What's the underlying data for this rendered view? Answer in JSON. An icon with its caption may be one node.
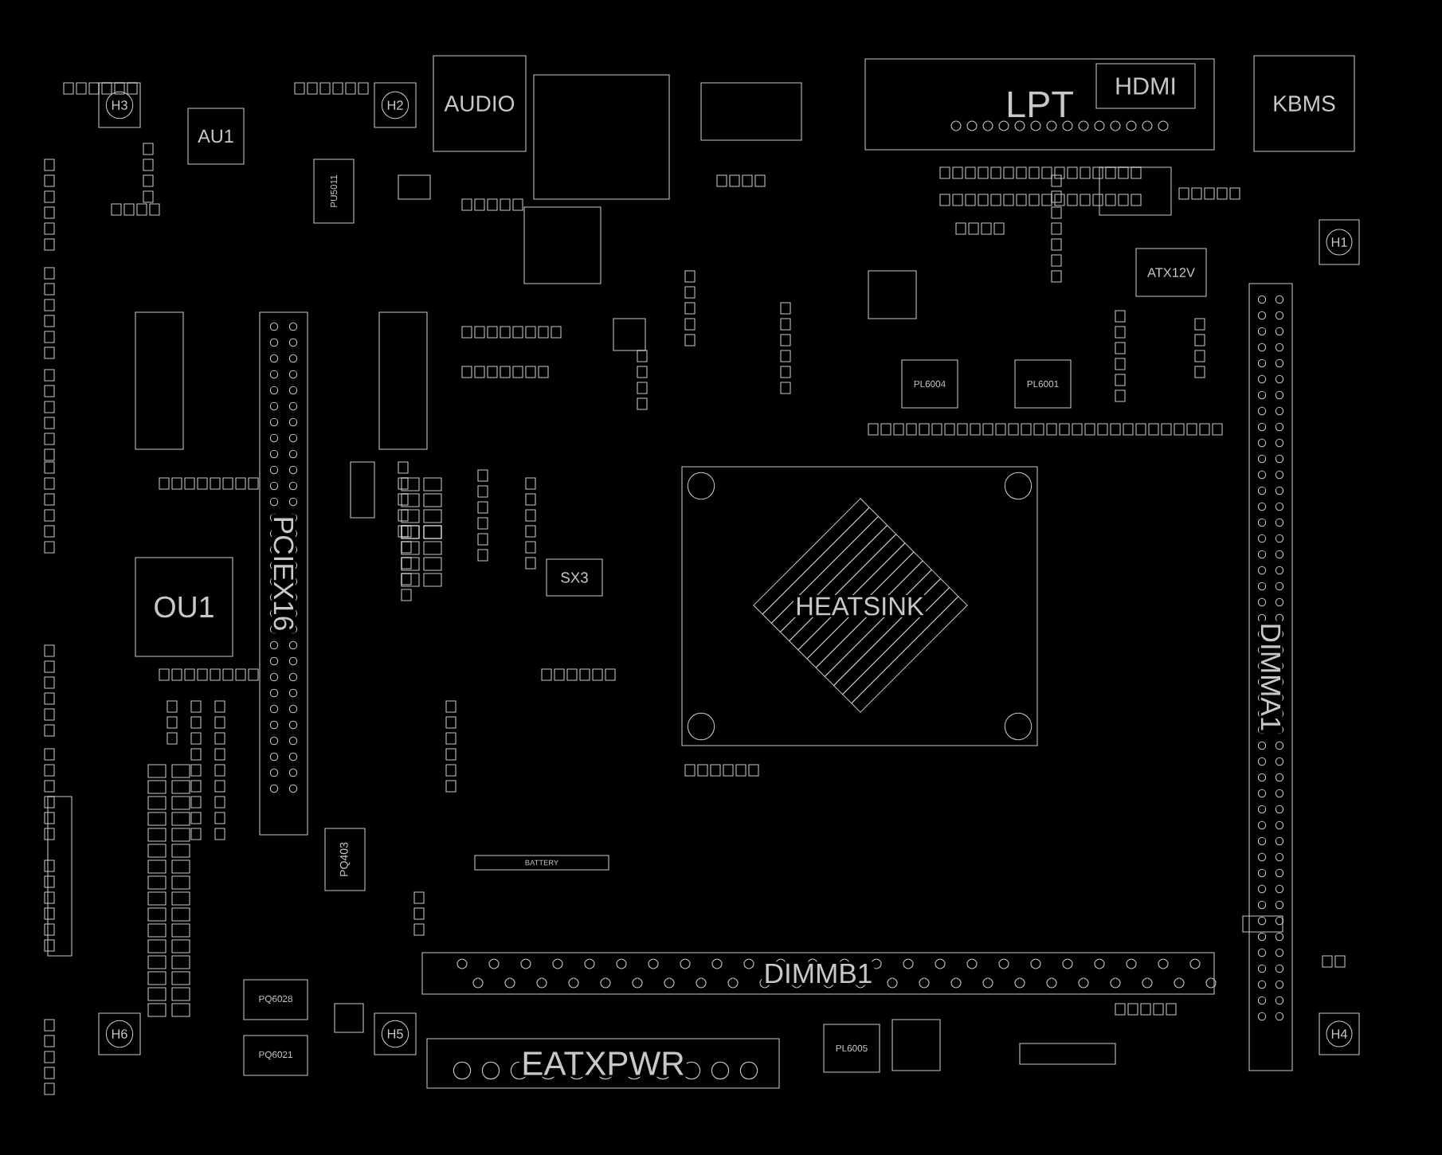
{
  "diagram": {
    "nodes": [
      {
        "text": [
          "H3"
        ]
      },
      {
        "text": [
          "AU1"
        ]
      },
      {
        "text": [
          "H2"
        ]
      },
      {
        "text": [
          "AUDIO"
        ]
      },
      {
        "text": [
          "PU5011"
        ]
      },
      {
        "text": [
          "LPT"
        ]
      },
      {
        "text": [
          "HDMI"
        ],
        "in": 5
      },
      {
        "text": [
          "KBMS"
        ]
      },
      {
        "text": [
          "H1"
        ]
      },
      {
        "text": [
          "ATX12V"
        ]
      },
      {
        "text": [
          "PL6004"
        ]
      },
      {
        "text": [
          "PL6001"
        ]
      },
      {
        "text": [
          "PCIEX16"
        ]
      },
      {
        "text": [
          "OU1"
        ]
      },
      {
        "text": [
          "SX3"
        ]
      },
      {
        "text": [
          "HEATSINK"
        ]
      },
      {
        "text": [
          "DIMMA1"
        ]
      },
      {
        "text": [
          "PQ403"
        ]
      },
      {
        "text": [
          "BATTERY"
        ]
      },
      {
        "text": [
          "DIMMB1"
        ]
      },
      {
        "text": [
          "PQ6028"
        ]
      },
      {
        "text": [
          "PQ6021"
        ]
      },
      {
        "text": [
          "H6"
        ]
      },
      {
        "text": [
          "H5"
        ]
      },
      {
        "text": [
          "PL6005"
        ]
      },
      {
        "text": [
          "EATXPWR"
        ]
      },
      {
        "text": [
          "H4"
        ]
      }
    ]
  }
}
